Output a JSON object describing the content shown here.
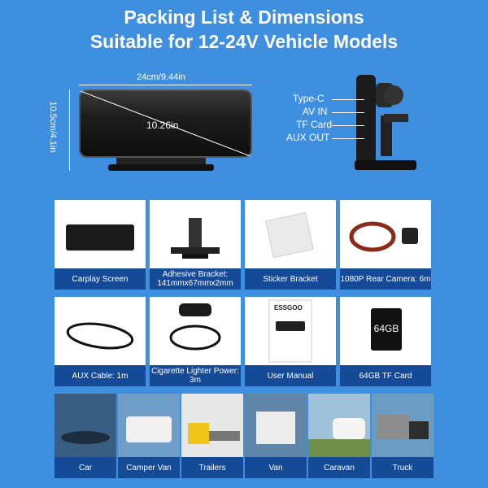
{
  "header": {
    "line1": "Packing List & Dimensions",
    "line2": "Suitable for 12-24V Vehicle Models"
  },
  "dimensions": {
    "width": "24cm/9.44in",
    "height": "10.5cm/4.1in",
    "diagonal": "10.26in"
  },
  "ports": [
    "Type-C",
    "AV IN",
    "TF Card",
    "AUX OUT"
  ],
  "package_items": [
    {
      "label": "Carplay Screen",
      "icon": "carplay-screen-icon"
    },
    {
      "label": "Adhesive Bracket: 141mmx67mmx2mm",
      "icon": "adhesive-bracket-icon"
    },
    {
      "label": "Sticker Bracket",
      "icon": "sticker-bracket-icon"
    },
    {
      "label": "1080P Rear Camera: 6m",
      "icon": "rear-camera-icon"
    },
    {
      "label": "AUX Cable: 1m",
      "icon": "aux-cable-icon"
    },
    {
      "label": "Cigarette Lighter Power: 3m",
      "icon": "cigarette-lighter-icon"
    },
    {
      "label": "User Manual",
      "icon": "user-manual-icon"
    },
    {
      "label": "64GB TF Card",
      "icon": "tf-card-icon"
    }
  ],
  "manual_brand": "ESSGOO",
  "tf_card_text": "64GB",
  "vehicles": [
    {
      "label": "Car"
    },
    {
      "label": "Camper Van"
    },
    {
      "label": "Trailers"
    },
    {
      "label": "Van"
    },
    {
      "label": "Caravan"
    },
    {
      "label": "Truck"
    }
  ],
  "colors": {
    "background": "#3f8fe0",
    "label_bar": "#154a97"
  }
}
